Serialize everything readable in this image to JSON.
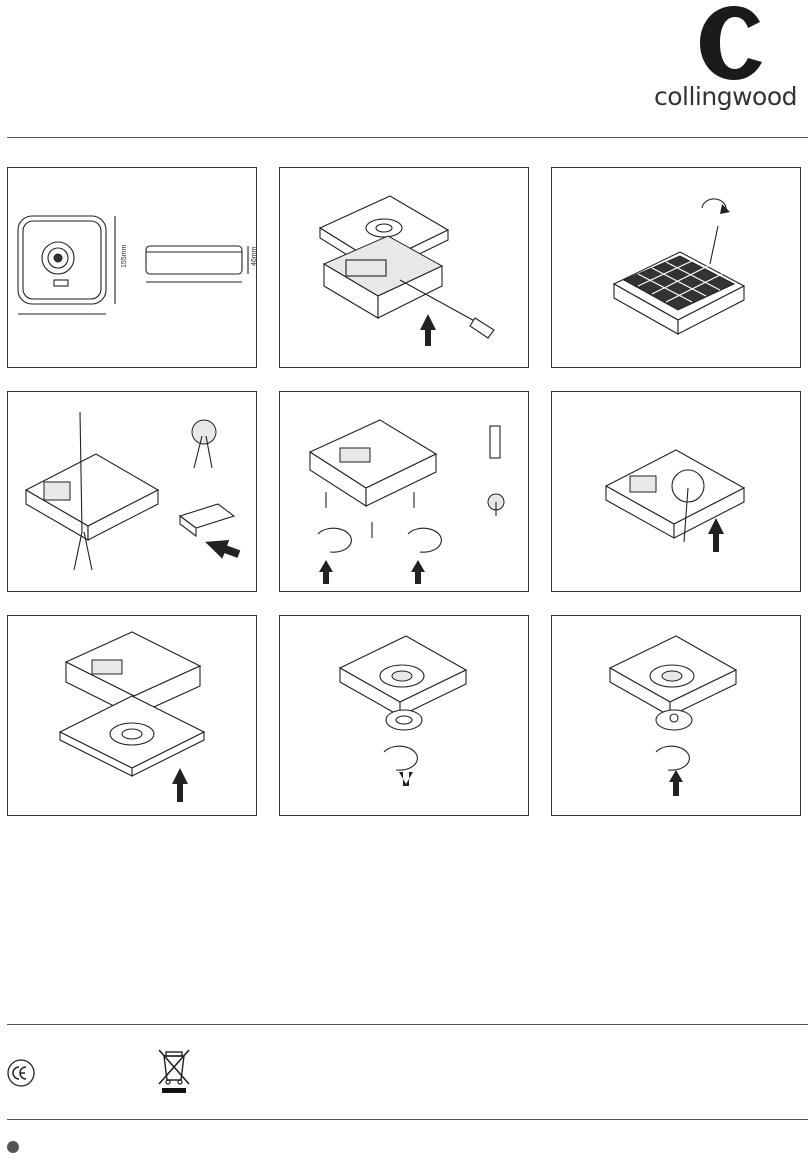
{
  "brand": {
    "name": "collingwood"
  },
  "steps": [
    {
      "id": 1,
      "dim_height": "155mm",
      "dim_depth": "46mm"
    },
    {
      "id": 2
    },
    {
      "id": 3
    },
    {
      "id": 4
    },
    {
      "id": 5
    },
    {
      "id": 6
    },
    {
      "id": 7
    },
    {
      "id": 8
    },
    {
      "id": 9
    }
  ],
  "icons": [
    "ce-mark-icon",
    "weee-bin-icon",
    "bullet-dot-icon"
  ]
}
